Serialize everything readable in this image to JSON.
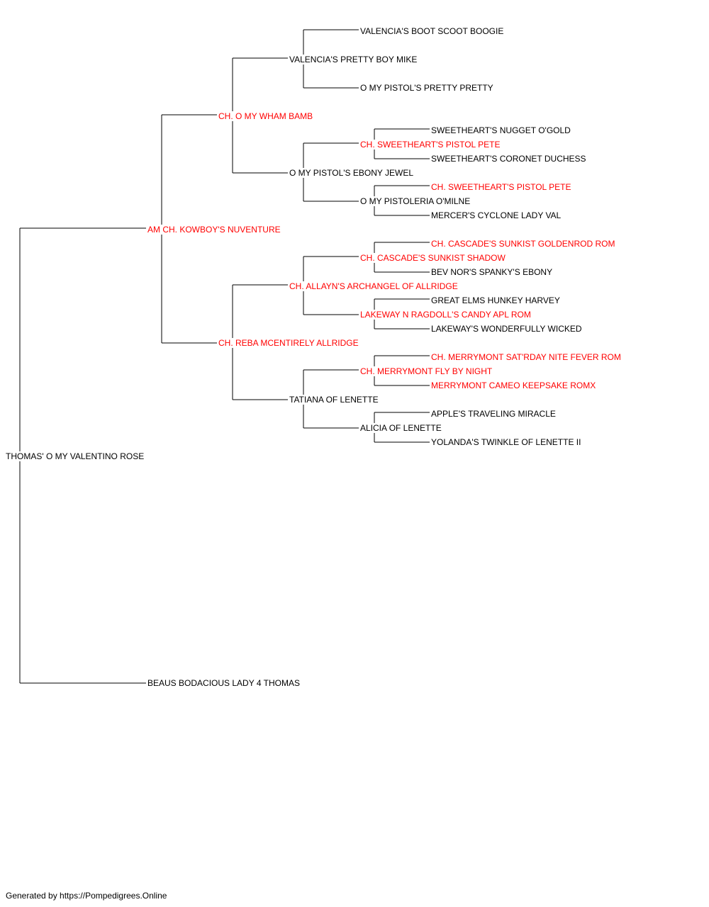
{
  "colors": {
    "champion": "#ff0000",
    "regular": "#000000",
    "lines": "#000000"
  },
  "pedigree": {
    "subject": {
      "name": "THOMAS' O MY VALENTINO ROSE",
      "champion": false
    },
    "sire": {
      "name": "AM CH. KOWBOY'S NUVENTURE",
      "champion": true
    },
    "dam": {
      "name": "BEAUS BODACIOUS LADY 4 THOMAS",
      "champion": false
    },
    "sire_sire": {
      "name": "CH. O MY WHAM BAMB",
      "champion": true
    },
    "sire_dam": {
      "name": "CH. REBA MCENTIRELY ALLRIDGE",
      "champion": true
    },
    "sss": {
      "name": "VALENCIA'S PRETTY BOY MIKE",
      "champion": false
    },
    "ssd": {
      "name": "O MY PISTOL'S EBONY JEWEL",
      "champion": false
    },
    "sds": {
      "name": "CH. ALLAYN'S ARCHANGEL OF ALLRIDGE",
      "champion": true
    },
    "sdd": {
      "name": "TATIANA OF LENETTE",
      "champion": false
    },
    "ssss": {
      "name": "VALENCIA'S BOOT SCOOT BOOGIE",
      "champion": false
    },
    "sssd": {
      "name": "O MY PISTOL'S PRETTY PRETTY",
      "champion": false
    },
    "ssds": {
      "name": "CH. SWEETHEART'S PISTOL PETE",
      "champion": true
    },
    "ssdd": {
      "name": "O MY PISTOLERIA O'MILNE",
      "champion": false
    },
    "sdss": {
      "name": "CH. CASCADE'S SUNKIST SHADOW",
      "champion": true
    },
    "sdsd": {
      "name": "LAKEWAY N RAGDOLL'S CANDY APL ROM",
      "champion": true
    },
    "sdds": {
      "name": "CH. MERRYMONT FLY BY NIGHT",
      "champion": true
    },
    "sddd": {
      "name": "ALICIA OF LENETTE",
      "champion": false
    },
    "ssdss": {
      "name": "SWEETHEART'S NUGGET O'GOLD",
      "champion": false
    },
    "ssdsd": {
      "name": "SWEETHEART'S CORONET DUCHESS",
      "champion": false
    },
    "ssdds": {
      "name": "CH. SWEETHEART'S PISTOL PETE",
      "champion": true
    },
    "ssddd": {
      "name": "MERCER'S CYCLONE LADY VAL",
      "champion": false
    },
    "sdsss": {
      "name": "CH. CASCADE'S SUNKIST GOLDENROD ROM",
      "champion": true
    },
    "sdssd": {
      "name": "BEV NOR'S SPANKY'S EBONY",
      "champion": false
    },
    "sdsds": {
      "name": "GREAT ELMS HUNKEY HARVEY",
      "champion": false
    },
    "sdsdd": {
      "name": "LAKEWAY'S WONDERFULLY WICKED",
      "champion": false
    },
    "sddss": {
      "name": "CH. MERRYMONT SAT'RDAY NITE FEVER ROM",
      "champion": true
    },
    "sddsd": {
      "name": "MERRYMONT CAMEO KEEPSAKE ROMX",
      "champion": true
    },
    "sddds": {
      "name": "APPLE'S TRAVELING MIRACLE",
      "champion": false
    },
    "sdddd": {
      "name": "YOLANDA'S TWINKLE OF LENETTE II",
      "champion": false
    }
  },
  "footer": {
    "text": "Generated by https://Pompedigrees.Online"
  }
}
